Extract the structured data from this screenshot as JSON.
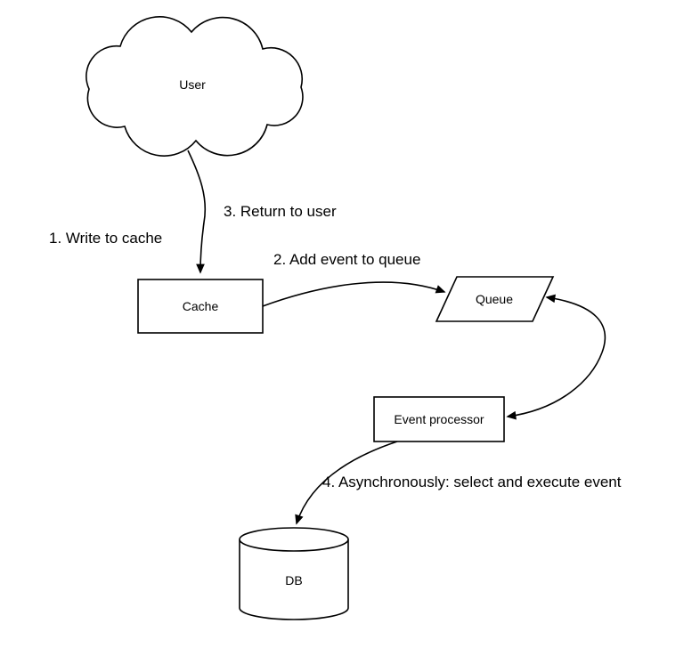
{
  "diagram": {
    "background": "#ffffff",
    "stroke_color": "#000000",
    "fill_color": "#ffffff",
    "nodes": {
      "user": {
        "label": "User",
        "shape": "cloud"
      },
      "cache": {
        "label": "Cache",
        "shape": "rectangle"
      },
      "queue": {
        "label": "Queue",
        "shape": "parallelogram"
      },
      "event_processor": {
        "label": "Event processor",
        "shape": "rectangle"
      },
      "db": {
        "label": "DB",
        "shape": "cylinder"
      }
    },
    "annotations": {
      "step1": "1. Write to cache",
      "step2": "2. Add event to queue",
      "step3": "3. Return to user",
      "step4": "4. Asynchronously: select and execute event"
    },
    "edges": [
      {
        "from": "user",
        "to": "cache",
        "style": "arrow"
      },
      {
        "from": "cache",
        "to": "queue",
        "style": "arrow"
      },
      {
        "from": "queue",
        "to": "event_processor",
        "style": "double-headed"
      },
      {
        "from": "event_processor",
        "to": "db",
        "style": "arrow"
      }
    ]
  }
}
